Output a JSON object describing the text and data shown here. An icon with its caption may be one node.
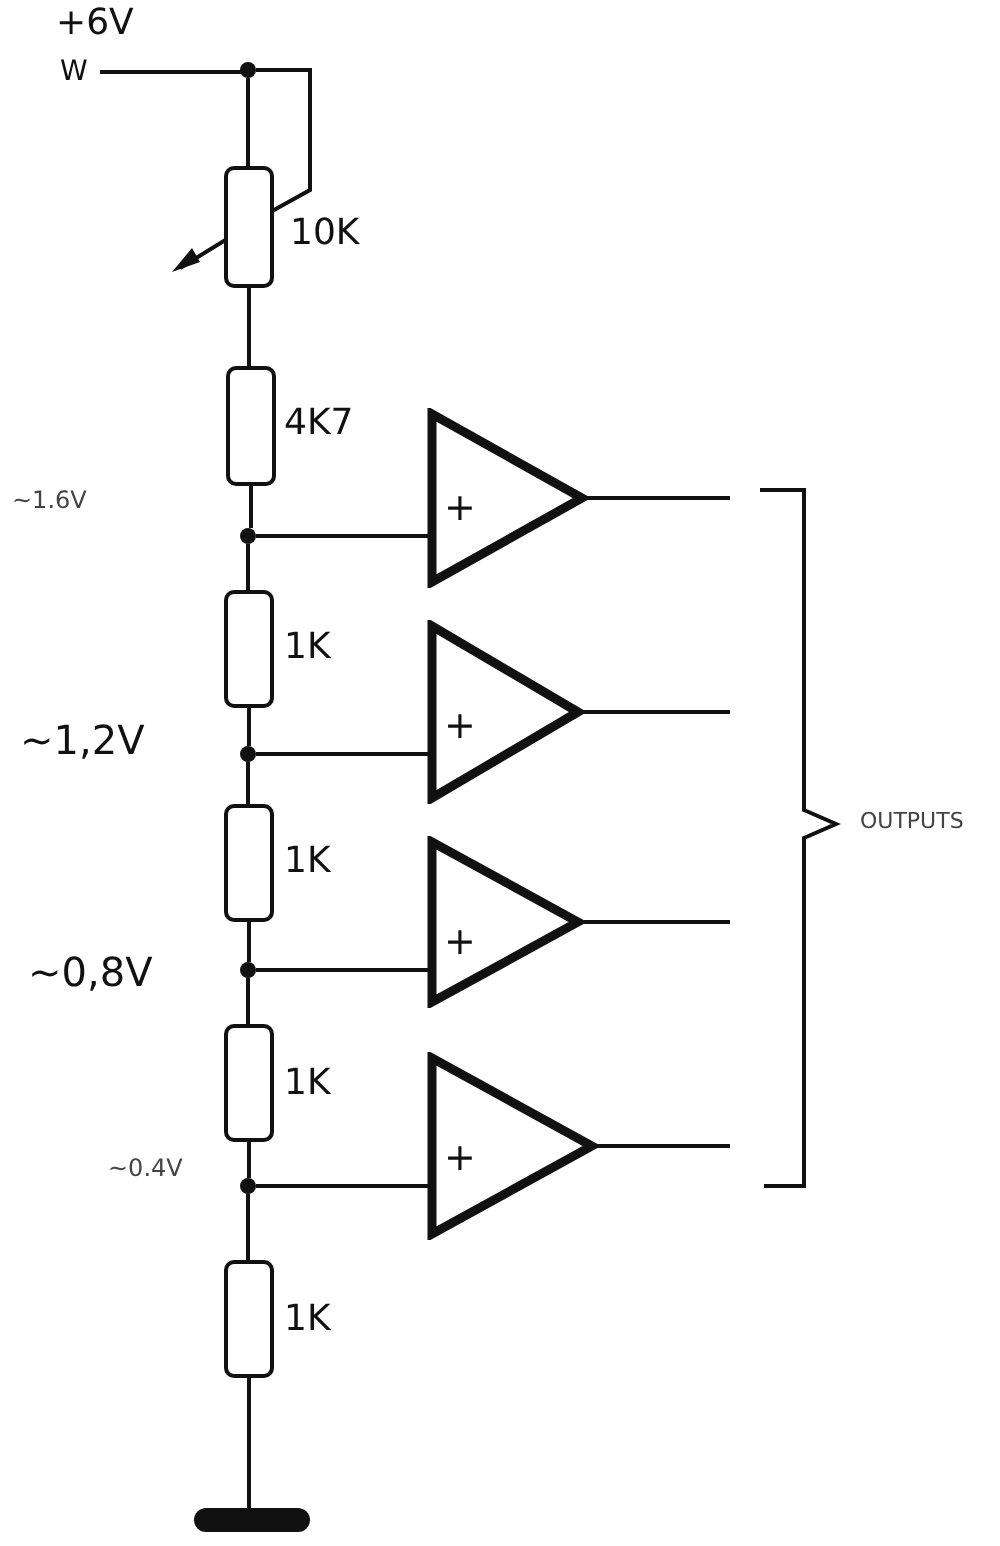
{
  "diagram": {
    "nodes": [
      {
        "text": [
          "W"
        ]
      },
      {
        "text": [],
        "shape": "circle"
      },
      {
        "text": [],
        "shape": "box",
        "beside": [
          "10K"
        ]
      },
      {
        "text": [],
        "shape": "box",
        "beside": [
          "4K7"
        ]
      },
      {
        "text": [],
        "shape": "circle"
      },
      {
        "text": [],
        "shape": "box",
        "beside": [
          "1K"
        ]
      },
      {
        "text": [],
        "shape": "circle",
        "beside": [
          "∼1,2V"
        ]
      },
      {
        "text": [],
        "shape": "box",
        "beside": [
          "1K"
        ]
      },
      {
        "text": [],
        "shape": "circle",
        "beside": [
          "∼0,8V"
        ]
      },
      {
        "text": [],
        "shape": "box",
        "beside": [
          "1K"
        ]
      },
      {
        "text": [],
        "shape": "circle",
        "beside": [
          "~0.4V"
        ]
      },
      {
        "text": [],
        "shape": "box",
        "beside": [
          "1K"
        ]
      },
      {
        "text": [],
        "shape": "bar"
      },
      {
        "text": [
          "+"
        ]
      },
      {
        "text": [
          "+"
        ]
      },
      {
        "text": [
          "+"
        ]
      },
      {
        "text": [
          "+"
        ]
      }
    ],
    "edges": [
      {
        "from": 0,
        "to": 1,
        "arrow": "none"
      },
      {
        "from": 1,
        "to": 2,
        "arrow": "none"
      },
      {
        "from": 1,
        "to": 2,
        "arrow": "none"
      },
      {
        "from": 2,
        "to": 3,
        "arrow": "none"
      },
      {
        "from": 3,
        "to": 4,
        "arrow": "none"
      },
      {
        "from": 4,
        "to": 5,
        "arrow": "none"
      },
      {
        "from": 5,
        "to": 6,
        "arrow": "none"
      },
      {
        "from": 6,
        "to": 7,
        "arrow": "none"
      },
      {
        "from": 7,
        "to": 8,
        "arrow": "none"
      },
      {
        "from": 8,
        "to": 9,
        "arrow": "none"
      },
      {
        "from": 9,
        "to": 10,
        "arrow": "none"
      },
      {
        "from": 10,
        "to": 11,
        "arrow": "none"
      },
      {
        "from": 11,
        "to": 12,
        "arrow": "none"
      },
      {
        "from": 4,
        "to": 13,
        "arrow": "none"
      },
      {
        "from": 6,
        "to": 14,
        "arrow": "none"
      },
      {
        "from": 8,
        "to": 15,
        "arrow": "none"
      },
      {
        "from": 10,
        "to": 16,
        "arrow": "none"
      },
      {
        "from": 13,
        "to": null,
        "arrow": "none"
      },
      {
        "from": 14,
        "to": null,
        "arrow": "none"
      },
      {
        "from": 15,
        "to": null,
        "arrow": "none"
      },
      {
        "from": 16,
        "to": null,
        "arrow": "none"
      }
    ],
    "labels": [
      "+6V",
      "~1.6V",
      "OUTPUTS"
    ]
  }
}
